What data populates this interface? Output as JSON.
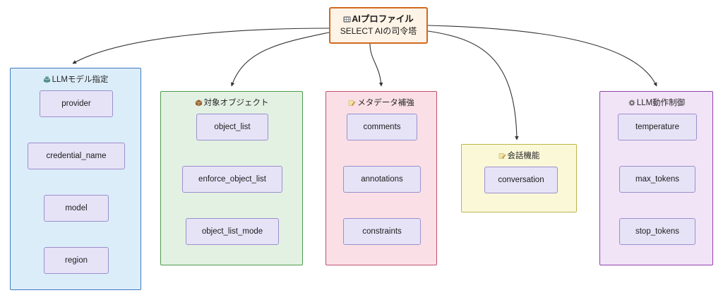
{
  "diagram": {
    "type": "flowchart",
    "direction": "top-down",
    "root": {
      "id": "ai-profile",
      "icon": "robot-icon",
      "title": "AIプロファイル",
      "subtitle": "SELECT AIの司令塔",
      "border_color": "#d2691e",
      "fill_color": "#fdf3e6"
    },
    "clusters": [
      {
        "id": "llm-model",
        "icon": "package-icon",
        "title": "LLMモデル指定",
        "fill_color": "#dcedfa",
        "border_color": "#3f7bbf",
        "nodes": [
          "provider",
          "credential_name",
          "model",
          "region"
        ]
      },
      {
        "id": "target-object",
        "icon": "box-icon",
        "title": "対象オブジェクト",
        "fill_color": "#e3f1e3",
        "border_color": "#4c9a4c",
        "nodes": [
          "object_list",
          "enforce_object_list",
          "object_list_mode"
        ]
      },
      {
        "id": "metadata",
        "icon": "memo-icon",
        "title": "メタデータ補強",
        "fill_color": "#fae0e6",
        "border_color": "#c25070",
        "nodes": [
          "comments",
          "annotations",
          "constraints"
        ]
      },
      {
        "id": "conversation",
        "icon": "memo-icon",
        "title": "会話機能",
        "fill_color": "#fbf8d8",
        "border_color": "#bdb44a",
        "nodes": [
          "conversation"
        ]
      },
      {
        "id": "llm-behavior",
        "icon": "gear-icon",
        "title": "LLM動作制御",
        "fill_color": "#f2e4f7",
        "border_color": "#8e44ad",
        "nodes": [
          "temperature",
          "max_tokens",
          "stop_tokens"
        ]
      }
    ],
    "edges": [
      {
        "from": "ai-profile",
        "to": "llm-model"
      },
      {
        "from": "ai-profile",
        "to": "target-object"
      },
      {
        "from": "ai-profile",
        "to": "metadata"
      },
      {
        "from": "ai-profile",
        "to": "conversation"
      },
      {
        "from": "ai-profile",
        "to": "llm-behavior"
      }
    ],
    "node_style": {
      "fill_color": "#e6e3f7",
      "border_color": "#9a90cc"
    },
    "edge_color": "#333333"
  }
}
